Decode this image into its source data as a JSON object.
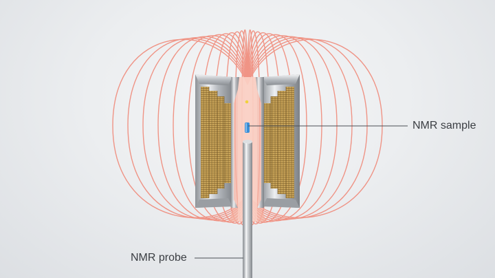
{
  "labels": {
    "nmr_sample": "NMR sample",
    "nmr_probe": "NMR probe"
  },
  "colors": {
    "field_lines": "#f08a7a",
    "bore_glow": "#f7b7a8",
    "coil_winding": "#c9a55a",
    "coil_stripe": "#7a5b26",
    "housing_metal": "#b9bdc2",
    "probe_metal": "#a9adb2",
    "sample_tube": "#3a8fd8",
    "sample_cap": "#f0d23c",
    "callout_line": "#4a4e54",
    "label_text": "#3a3d42"
  },
  "icons": {
    "magnet": "superconducting-magnet-cross-section",
    "field": "magnetic-field-lines",
    "probe": "nmr-probe-rod",
    "sample": "sample-tube"
  }
}
